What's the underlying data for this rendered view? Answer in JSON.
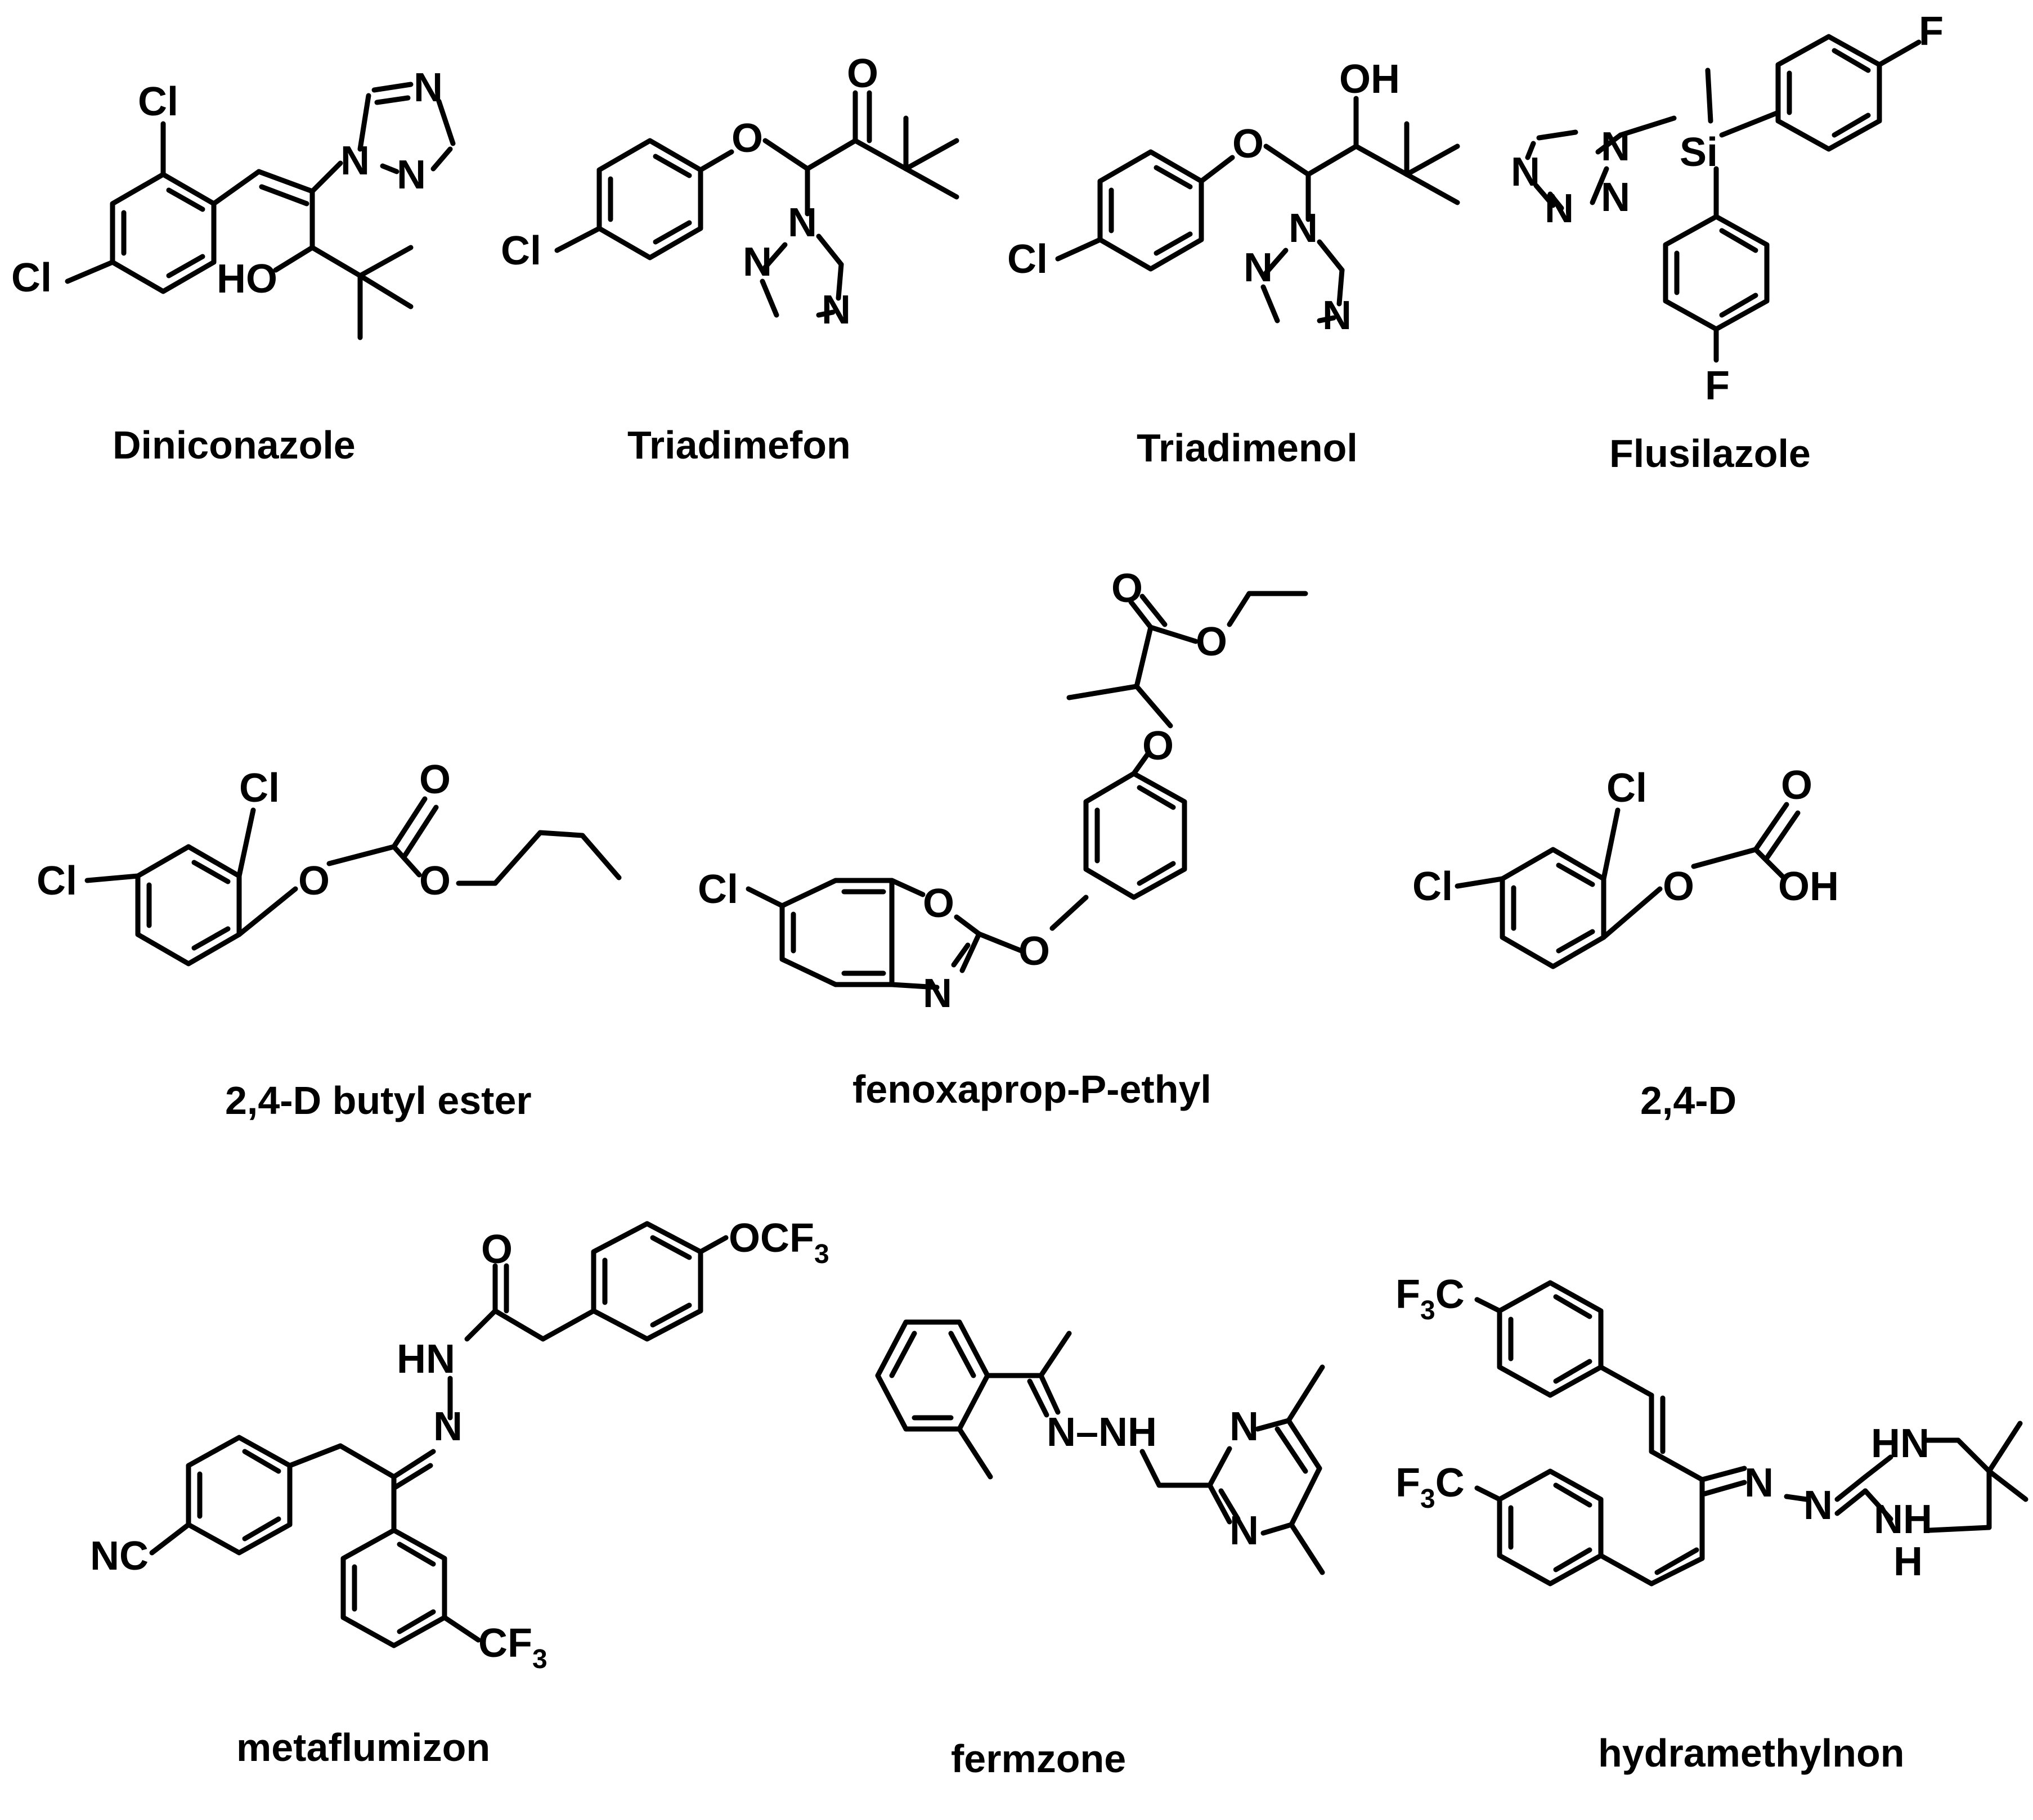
{
  "compounds": [
    {
      "name": "Diniconazole"
    },
    {
      "name": "Triadimefon"
    },
    {
      "name": "Triadimenol"
    },
    {
      "name": "Flusilazole"
    },
    {
      "name": "2,4-D butyl ester"
    },
    {
      "name": "fenoxaprop-P-ethyl"
    },
    {
      "name": "2,4-D"
    },
    {
      "name": "metaflumizon"
    },
    {
      "name": "fermzone"
    },
    {
      "name": "hydramethylnon"
    }
  ],
  "atoms": {
    "cl": "Cl",
    "n": "N",
    "o": "O",
    "oh": "OH",
    "ho": "HO",
    "f": "F",
    "si": "Si",
    "hn": "HN",
    "nh": "NH",
    "h": "H",
    "nc": "NC",
    "c": "C",
    "nnh": "N–NH",
    "ocf": "OCF",
    "cf": "CF",
    "f3": "F",
    "three": "3"
  }
}
